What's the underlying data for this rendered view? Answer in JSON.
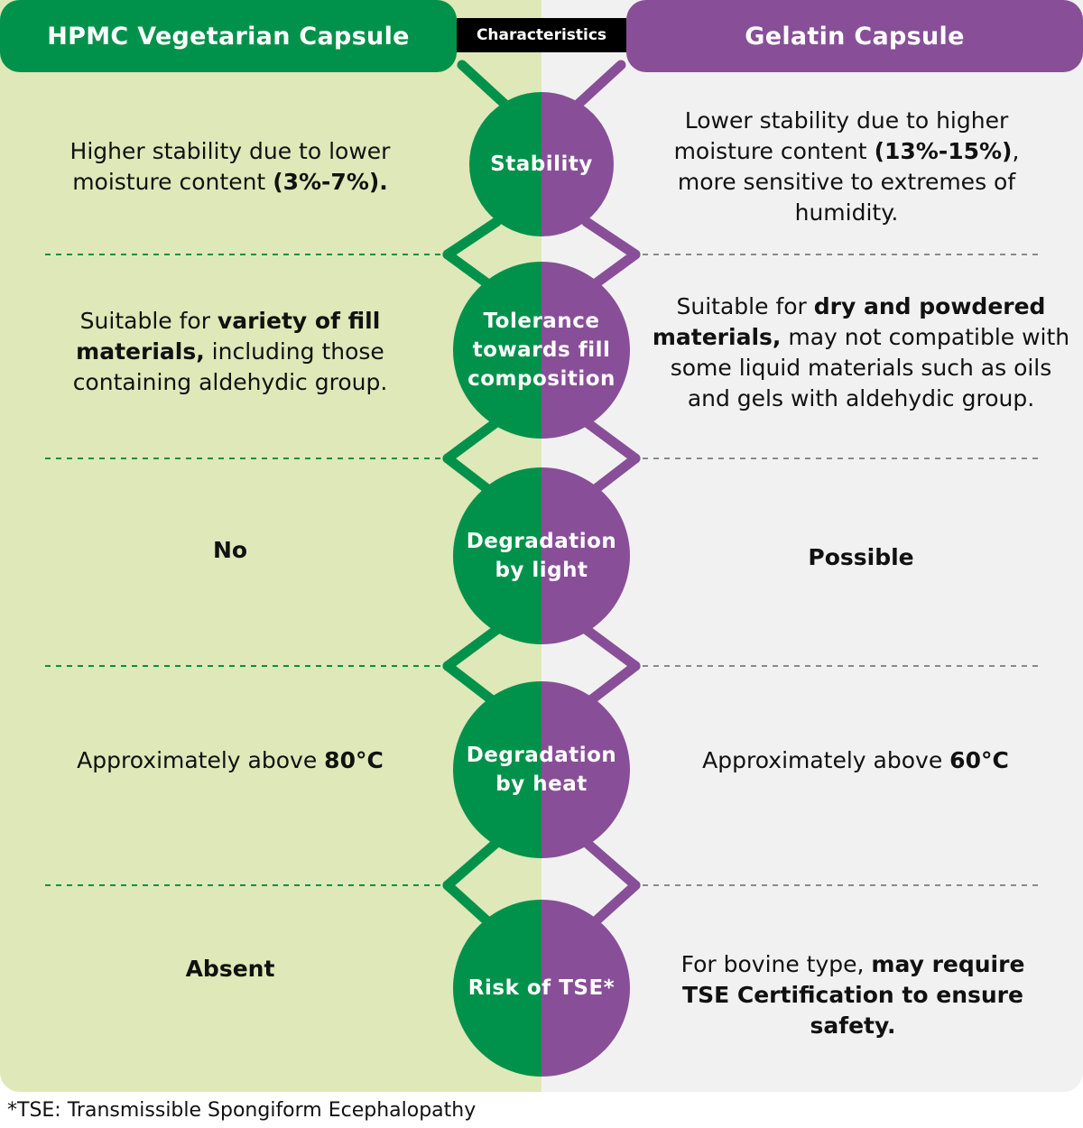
{
  "headers": {
    "left": "HPMC Vegetarian Capsule",
    "middle": "Characteristics",
    "right": "Gelatin Capsule"
  },
  "colors": {
    "hpmc_green": "#00924a",
    "gelatin_purple": "#884f98",
    "left_bg": "#dfe8b8",
    "right_bg": "#f2f1f1"
  },
  "rows": [
    {
      "characteristic": "Stability",
      "hpmc": [
        {
          "t": "Higher stability due to lower moisture content "
        },
        {
          "t": "(3%-7%).",
          "b": true
        }
      ],
      "gelatin": [
        {
          "t": "Lower stability due to higher moisture content "
        },
        {
          "t": "(13%-15%)",
          "b": true
        },
        {
          "t": ", more sensitive to extremes of humidity."
        }
      ]
    },
    {
      "characteristic": "Tolerance\ntowards fill\ncomposition",
      "hpmc": [
        {
          "t": "Suitable for "
        },
        {
          "t": "variety of fill materials,",
          "b": true
        },
        {
          "t": " including those containing aldehydic group."
        }
      ],
      "gelatin": [
        {
          "t": "Suitable for "
        },
        {
          "t": "dry and powdered materials,",
          "b": true
        },
        {
          "t": " may not compatible with some liquid materials such as oils and gels with aldehydic group."
        }
      ]
    },
    {
      "characteristic": "Degradation\nby light",
      "hpmc": [
        {
          "t": "No",
          "b": true
        }
      ],
      "gelatin": [
        {
          "t": "Possible",
          "b": true
        }
      ]
    },
    {
      "characteristic": "Degradation\nby heat",
      "hpmc": [
        {
          "t": "Approximately above "
        },
        {
          "t": "80°C",
          "b": true
        }
      ],
      "gelatin": [
        {
          "t": "Approximately above "
        },
        {
          "t": "60°C",
          "b": true
        }
      ]
    },
    {
      "characteristic": "Risk of TSE*",
      "hpmc": [
        {
          "t": "Absent",
          "b": true
        }
      ],
      "gelatin": [
        {
          "t": "For bovine type, "
        },
        {
          "t": "may require TSE Certification to ensure safety.",
          "b": true
        }
      ]
    }
  ],
  "footnote": "*TSE: Transmissible Spongiform Ecephalopathy"
}
